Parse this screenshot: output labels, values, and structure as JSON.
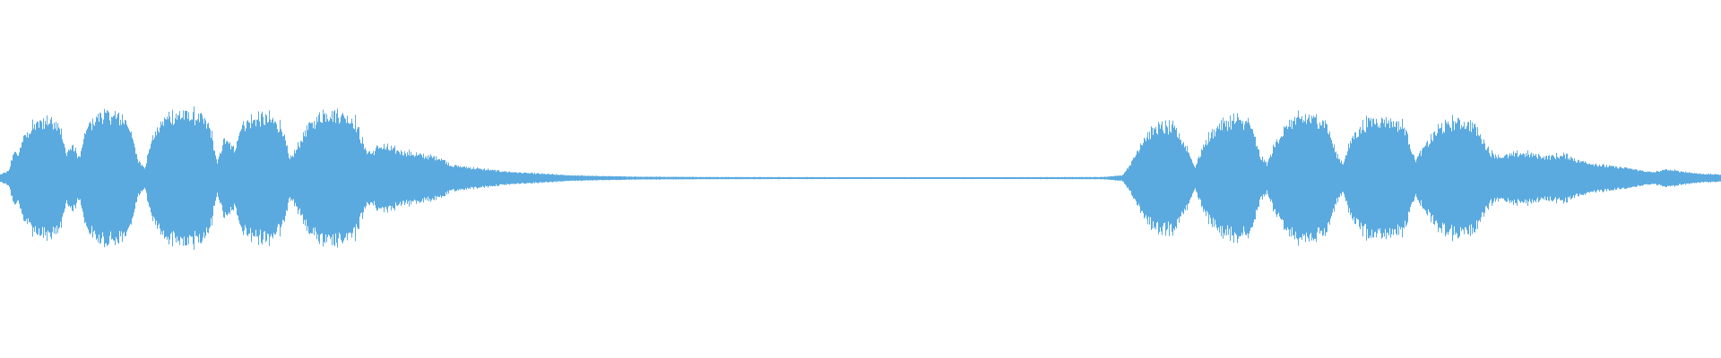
{
  "waveform": {
    "color": "#5aaae0",
    "background": "#ffffff",
    "segments": [
      {
        "start": 0.0,
        "end": 0.275,
        "level": "loud"
      },
      {
        "start": 0.275,
        "end": 0.655,
        "level": "decay-silence"
      },
      {
        "start": 0.655,
        "end": 1.0,
        "level": "loud"
      }
    ],
    "envelope": [
      [
        0.0,
        0.05
      ],
      [
        0.005,
        0.1
      ],
      [
        0.008,
        0.4
      ],
      [
        0.01,
        0.3
      ],
      [
        0.013,
        0.55
      ],
      [
        0.02,
        0.75
      ],
      [
        0.028,
        0.82
      ],
      [
        0.034,
        0.78
      ],
      [
        0.038,
        0.35
      ],
      [
        0.042,
        0.45
      ],
      [
        0.046,
        0.28
      ],
      [
        0.05,
        0.7
      ],
      [
        0.058,
        0.9
      ],
      [
        0.066,
        0.88
      ],
      [
        0.074,
        0.8
      ],
      [
        0.08,
        0.25
      ],
      [
        0.084,
        0.15
      ],
      [
        0.088,
        0.55
      ],
      [
        0.096,
        0.85
      ],
      [
        0.106,
        0.9
      ],
      [
        0.116,
        0.86
      ],
      [
        0.122,
        0.7
      ],
      [
        0.126,
        0.2
      ],
      [
        0.13,
        0.55
      ],
      [
        0.136,
        0.4
      ],
      [
        0.14,
        0.75
      ],
      [
        0.15,
        0.85
      ],
      [
        0.158,
        0.82
      ],
      [
        0.164,
        0.7
      ],
      [
        0.168,
        0.25
      ],
      [
        0.172,
        0.4
      ],
      [
        0.178,
        0.7
      ],
      [
        0.188,
        0.92
      ],
      [
        0.198,
        0.9
      ],
      [
        0.206,
        0.8
      ],
      [
        0.212,
        0.4
      ],
      [
        0.216,
        0.35
      ],
      [
        0.22,
        0.45
      ],
      [
        0.232,
        0.38
      ],
      [
        0.244,
        0.32
      ],
      [
        0.256,
        0.28
      ],
      [
        0.262,
        0.18
      ],
      [
        0.275,
        0.14
      ],
      [
        0.29,
        0.1
      ],
      [
        0.3,
        0.08
      ],
      [
        0.315,
        0.06
      ],
      [
        0.33,
        0.04
      ],
      [
        0.345,
        0.03
      ],
      [
        0.37,
        0.02
      ],
      [
        0.42,
        0.015
      ],
      [
        0.5,
        0.012
      ],
      [
        0.58,
        0.012
      ],
      [
        0.64,
        0.015
      ],
      [
        0.652,
        0.04
      ],
      [
        0.658,
        0.25
      ],
      [
        0.664,
        0.55
      ],
      [
        0.672,
        0.72
      ],
      [
        0.682,
        0.7
      ],
      [
        0.69,
        0.4
      ],
      [
        0.694,
        0.15
      ],
      [
        0.7,
        0.5
      ],
      [
        0.708,
        0.75
      ],
      [
        0.718,
        0.82
      ],
      [
        0.726,
        0.78
      ],
      [
        0.732,
        0.3
      ],
      [
        0.736,
        0.2
      ],
      [
        0.742,
        0.55
      ],
      [
        0.75,
        0.8
      ],
      [
        0.76,
        0.85
      ],
      [
        0.77,
        0.8
      ],
      [
        0.776,
        0.35
      ],
      [
        0.78,
        0.2
      ],
      [
        0.786,
        0.6
      ],
      [
        0.796,
        0.82
      ],
      [
        0.806,
        0.82
      ],
      [
        0.816,
        0.72
      ],
      [
        0.822,
        0.25
      ],
      [
        0.828,
        0.45
      ],
      [
        0.836,
        0.7
      ],
      [
        0.846,
        0.8
      ],
      [
        0.856,
        0.75
      ],
      [
        0.866,
        0.35
      ],
      [
        0.872,
        0.3
      ],
      [
        0.884,
        0.35
      ],
      [
        0.898,
        0.3
      ],
      [
        0.91,
        0.32
      ],
      [
        0.916,
        0.25
      ],
      [
        0.93,
        0.18
      ],
      [
        0.945,
        0.14
      ],
      [
        0.96,
        0.08
      ],
      [
        0.968,
        0.12
      ],
      [
        0.978,
        0.09
      ],
      [
        0.988,
        0.06
      ],
      [
        1.0,
        0.05
      ]
    ]
  }
}
